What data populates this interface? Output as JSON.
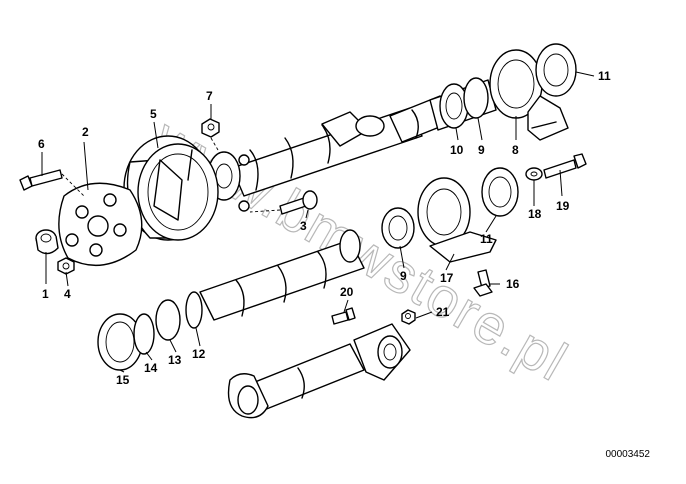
{
  "watermark": "www.bmwstore.pl",
  "diagram_id": "00003452",
  "callouts": [
    {
      "id": "c1",
      "label": "1"
    },
    {
      "id": "c2",
      "label": "2"
    },
    {
      "id": "c3",
      "label": "3"
    },
    {
      "id": "c4",
      "label": "4"
    },
    {
      "id": "c5",
      "label": "5"
    },
    {
      "id": "c6",
      "label": "6"
    },
    {
      "id": "c7",
      "label": "7"
    },
    {
      "id": "c8",
      "label": "8"
    },
    {
      "id": "c9a",
      "label": "9"
    },
    {
      "id": "c9b",
      "label": "9"
    },
    {
      "id": "c10",
      "label": "10"
    },
    {
      "id": "c11a",
      "label": "11"
    },
    {
      "id": "c11b",
      "label": "11"
    },
    {
      "id": "c12",
      "label": "12"
    },
    {
      "id": "c13",
      "label": "13"
    },
    {
      "id": "c14",
      "label": "14"
    },
    {
      "id": "c15",
      "label": "15"
    },
    {
      "id": "c16",
      "label": "16"
    },
    {
      "id": "c17",
      "label": "17"
    },
    {
      "id": "c18",
      "label": "18"
    },
    {
      "id": "c19",
      "label": "19"
    },
    {
      "id": "c20",
      "label": "20"
    },
    {
      "id": "c21",
      "label": "21"
    }
  ]
}
